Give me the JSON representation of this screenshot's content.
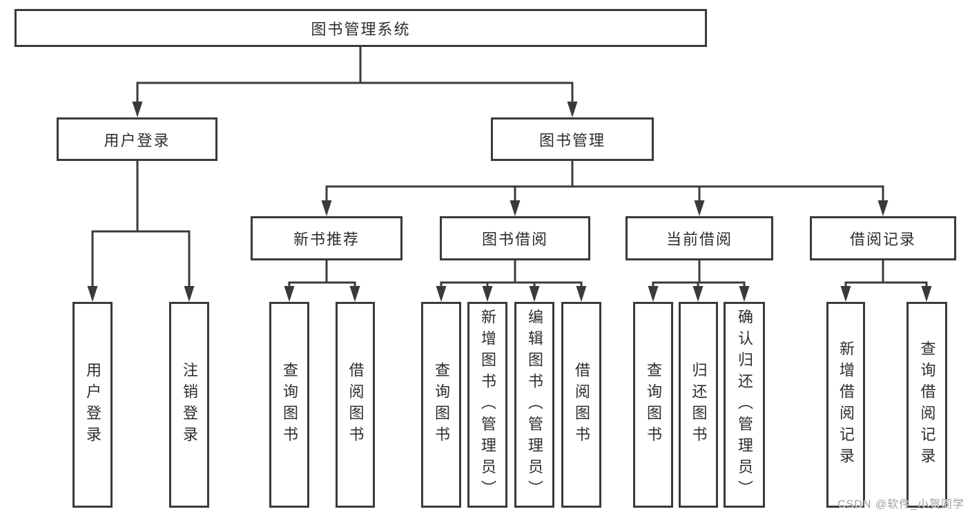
{
  "colors": {
    "line": "#3a3a3a",
    "text": "#2d2d2d",
    "background": "#ffffff",
    "watermark_gray": "#9e9e9e"
  },
  "watermark": "CSDN @软件_小贺同学",
  "tree": {
    "root": "图书管理系统",
    "branches": [
      {
        "label": "用户登录",
        "children": [
          "用户登录",
          "注销登录"
        ]
      },
      {
        "label": "图书管理",
        "groups": [
          {
            "label": "新书推荐",
            "children": [
              "查询图书",
              "借阅图书"
            ]
          },
          {
            "label": "图书借阅",
            "children": [
              "查询图书",
              "新增图书（管理员）",
              "编辑图书（管理员）",
              "借阅图书"
            ]
          },
          {
            "label": "当前借阅",
            "children": [
              "查询图书",
              "归还图书",
              "确认归还（管理员）"
            ]
          },
          {
            "label": "借阅记录",
            "children": [
              "新增借阅记录",
              "查询借阅记录"
            ]
          }
        ]
      }
    ]
  }
}
